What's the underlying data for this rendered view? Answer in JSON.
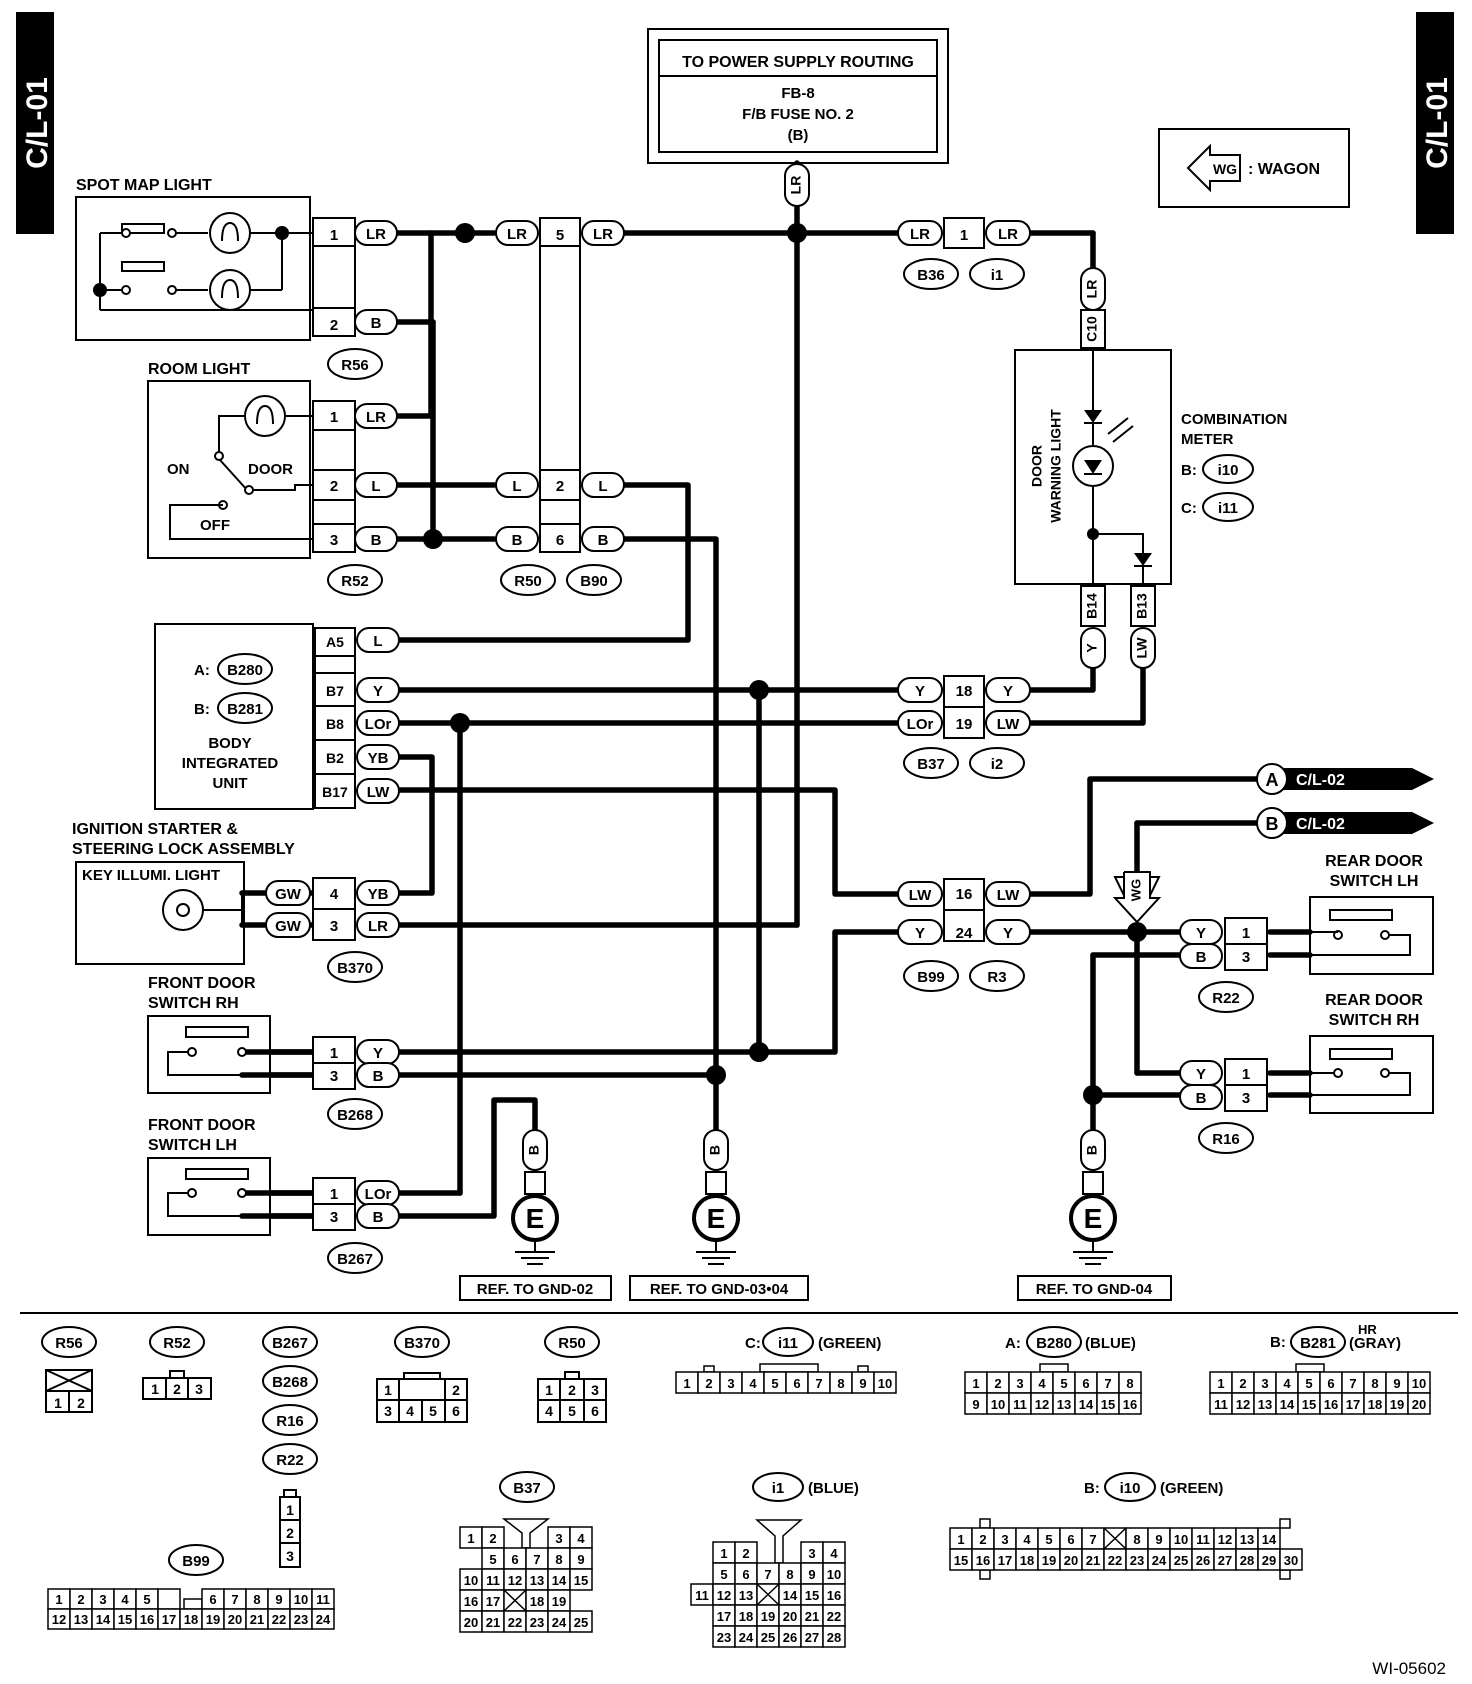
{
  "page": {
    "code": "C/L-01",
    "figure_id": "WI-05602"
  },
  "power": {
    "title": "TO POWER SUPPLY ROUTING",
    "line1": "FB-8",
    "line2": "F/B FUSE NO. 2",
    "line3": "(B)",
    "wire": "LR"
  },
  "legend": {
    "symbol": "WG",
    "text": ": WAGON"
  },
  "components": {
    "spot_map": "SPOT MAP LIGHT",
    "room_light": "ROOM LIGHT",
    "on": "ON",
    "door": "DOOR",
    "off": "OFF",
    "biu_a": "A:",
    "biu_b": "B:",
    "biu_a_conn": "B280",
    "biu_b_conn": "B281",
    "biu_l1": "BODY",
    "biu_l2": "INTEGRATED",
    "biu_l3": "UNIT",
    "ign_l1": "IGNITION STARTER &",
    "ign_l2": "STEERING LOCK ASSEMBLY",
    "key_illumi": "KEY ILLUMI. LIGHT",
    "fdrh_l1": "FRONT DOOR",
    "fdrh_l2": "SWITCH RH",
    "fdlh_l1": "FRONT DOOR",
    "fdlh_l2": "SWITCH LH",
    "rdlh_l1": "REAR DOOR",
    "rdlh_l2": "SWITCH LH",
    "rdrh_l1": "REAR DOOR",
    "rdrh_l2": "SWITCH RH",
    "cm_l1": "COMBINATION",
    "cm_l2": "METER",
    "cm_b": "B:",
    "cm_c": "C:",
    "cm_b_conn": "i10",
    "cm_c_conn": "i11",
    "dwl_l1": "DOOR",
    "dwl_l2": "WARNING LIGHT"
  },
  "pins": {
    "p1": "1",
    "p2": "2",
    "p3": "3",
    "p4": "4",
    "p5": "5",
    "p6": "6",
    "p18": "18",
    "p19": "19",
    "p16": "16",
    "p24": "24",
    "a5": "A5",
    "b7": "B7",
    "b8": "B8",
    "b2": "B2",
    "b17": "B17",
    "c10": "C10",
    "b14": "B14",
    "b13": "B13"
  },
  "wires": {
    "lr": "LR",
    "l": "L",
    "b": "B",
    "y": "Y",
    "lor": "LOr",
    "yb": "YB",
    "lw": "LW",
    "gw": "GW",
    "wg": "WG"
  },
  "connectors": {
    "r56": "R56",
    "r52": "R52",
    "r50": "R50",
    "b90": "B90",
    "b36": "B36",
    "i1": "i1",
    "b37": "B37",
    "i2": "i2",
    "b370": "B370",
    "b268": "B268",
    "b267": "B267",
    "b99": "B99",
    "r3": "R3",
    "r22": "R22",
    "r16": "R16",
    "b280": "B280",
    "b281": "B281",
    "i10": "i10",
    "i11": "i11"
  },
  "offpage": {
    "a": "A",
    "b": "B",
    "ref": "C/L-02"
  },
  "ground": {
    "e": "E",
    "g1": "REF. TO GND-02",
    "g2": "REF. TO GND-03•04",
    "g3": "REF. TO GND-04"
  },
  "bottom": {
    "c_label": "C:",
    "a_label": "A:",
    "b_label": "B:",
    "green": "(GREEN)",
    "blue": "(BLUE)",
    "gray": "(GRAY)",
    "hr": "HR"
  },
  "colors": {
    "ink": "#000000",
    "paper": "#ffffff"
  }
}
